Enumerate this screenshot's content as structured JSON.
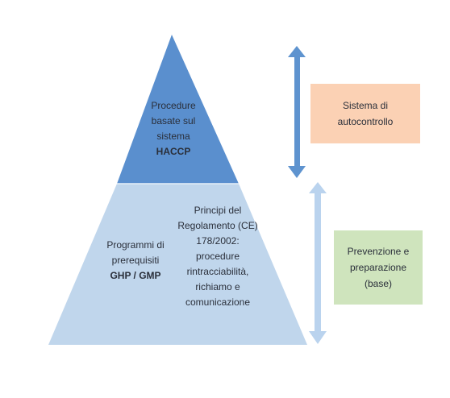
{
  "colors": {
    "top_section": "#5a8fce",
    "bottom_section": "#c0d6ec",
    "top_arrow": "#5e93cf",
    "bottom_arrow": "#bad3ee",
    "box_top": "#fbd1b4",
    "box_bottom": "#cfe4bd"
  },
  "pyramid": {
    "top": {
      "line1": "Procedure",
      "line2": "basate sul",
      "line3": "sistema",
      "bold": "HACCP"
    },
    "bottom_left": {
      "line1": "Programmi di",
      "line2": "prerequisiti",
      "bold": "GHP / GMP"
    },
    "bottom_right": {
      "line1": "Principi del",
      "line2": "Regolamento (CE)",
      "line3": "178/2002:",
      "line4": "procedure",
      "line5": "rintracciabilità,",
      "line6": "richiamo e",
      "line7": "comunicazione"
    }
  },
  "boxes": {
    "top": {
      "line1": "Sistema di",
      "line2": "autocontrollo"
    },
    "bottom": {
      "line1": "Prevenzione e",
      "line2": "preparazione",
      "line3": "(base)"
    }
  }
}
